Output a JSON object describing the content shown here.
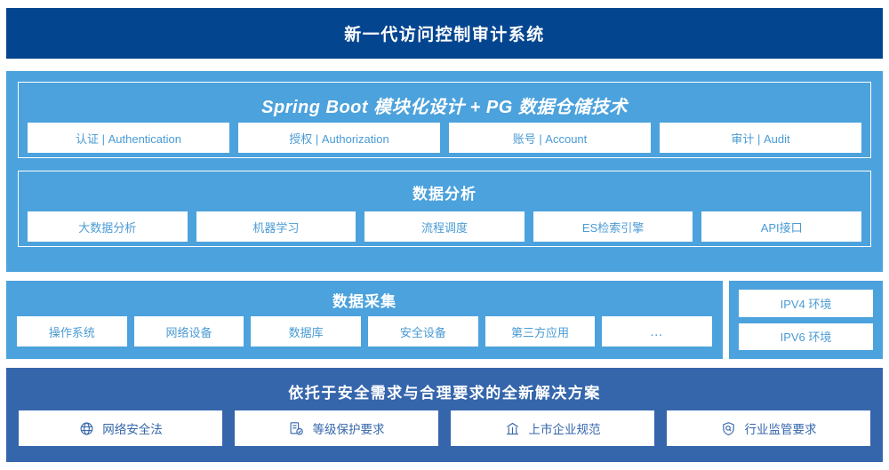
{
  "header": {
    "title": "新一代访问控制审计系统"
  },
  "platform_section": {
    "spring": {
      "title": "Spring Boot 模块化设计 + PG 数据仓储技术",
      "items": [
        {
          "label": "认证 | Authentication"
        },
        {
          "label": "授权 | Authorization"
        },
        {
          "label": "账号 | Account"
        },
        {
          "label": "审计 | Audit"
        }
      ]
    },
    "analysis": {
      "title": "数据分析",
      "items": [
        {
          "label": "大数据分析"
        },
        {
          "label": "机器学习"
        },
        {
          "label": "流程调度"
        },
        {
          "label": "ES检索引擎"
        },
        {
          "label": "API接口"
        }
      ]
    }
  },
  "collection_section": {
    "title": "数据采集",
    "items": [
      {
        "label": "操作系统"
      },
      {
        "label": "网络设备"
      },
      {
        "label": "数据库"
      },
      {
        "label": "安全设备"
      },
      {
        "label": "第三方应用"
      },
      {
        "label": "…"
      }
    ]
  },
  "environment_section": {
    "items": [
      {
        "label": "IPV4 环境"
      },
      {
        "label": "IPV6 环境"
      }
    ]
  },
  "compliance_section": {
    "title": "依托于安全需求与合理要求的全新解决方案",
    "items": [
      {
        "label": "网络安全法",
        "icon": "globe-icon"
      },
      {
        "label": "等级保护要求",
        "icon": "document-check-icon"
      },
      {
        "label": "上市企业规范",
        "icon": "bank-icon"
      },
      {
        "label": "行业监管要求",
        "icon": "shield-search-icon"
      }
    ]
  },
  "colors": {
    "header_blue": "#04458f",
    "panel_light_blue": "#4ca2dc",
    "panel_dark_blue": "#3566ac",
    "chip_text_blue": "#4a9bd4",
    "chip_bg": "#ffffff"
  }
}
